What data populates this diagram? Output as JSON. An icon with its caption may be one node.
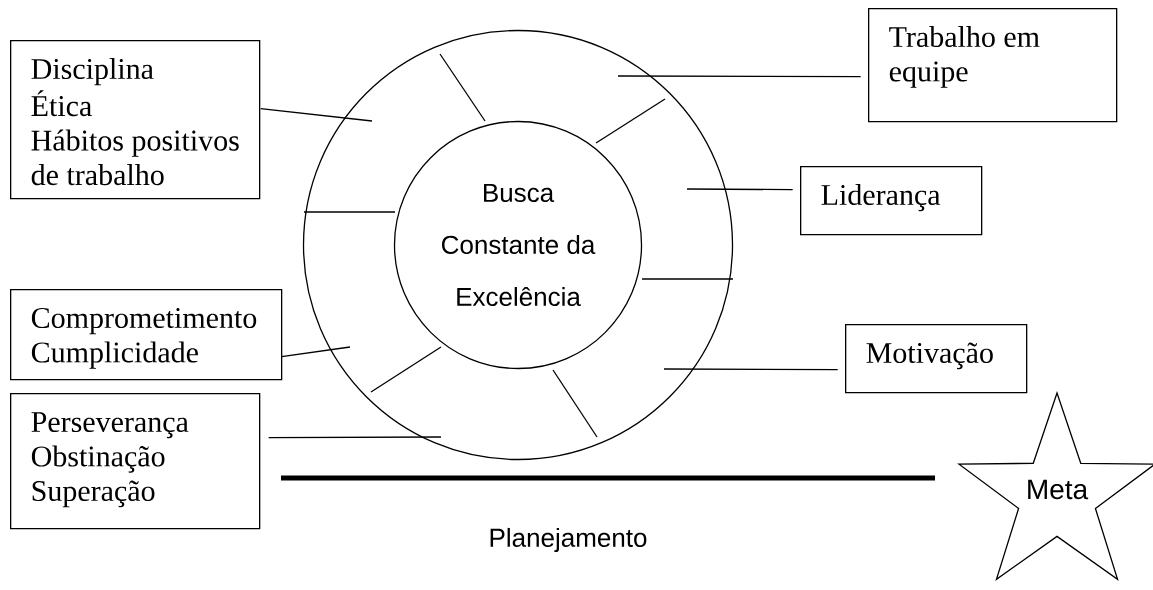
{
  "diagram": {
    "nodes": [
      {
        "text": [],
        "shape": "circle"
      },
      {
        "text": [
          "Busca Constante da Excelência"
        ],
        "in": 0
      },
      {
        "text": [
          "Disciplina",
          "Ética",
          "Hábitos positivos de trabalho"
        ]
      },
      {
        "text": [
          "Trabalho em equipe"
        ]
      },
      {
        "text": [
          "Liderança"
        ]
      },
      {
        "text": [
          "Comprometimento",
          "Cumplicidade"
        ]
      },
      {
        "text": [
          "Motivação"
        ]
      },
      {
        "text": [
          "Perseverança",
          "Obstinação",
          "Superação"
        ]
      },
      {
        "text": [
          "Meta"
        ]
      }
    ],
    "edges": [
      {
        "from": 2,
        "to": 0,
        "arrow": "none"
      },
      {
        "from": 3,
        "to": 0,
        "arrow": "none"
      },
      {
        "from": 4,
        "to": 0,
        "arrow": "none"
      },
      {
        "from": 5,
        "to": 0,
        "arrow": "none"
      },
      {
        "from": 6,
        "to": 0,
        "arrow": "none"
      },
      {
        "from": 7,
        "to": 0,
        "arrow": "none"
      },
      {
        "from": null,
        "to": 8,
        "arrow": "none",
        "style": "thick",
        "label": "Planejamento"
      }
    ]
  }
}
